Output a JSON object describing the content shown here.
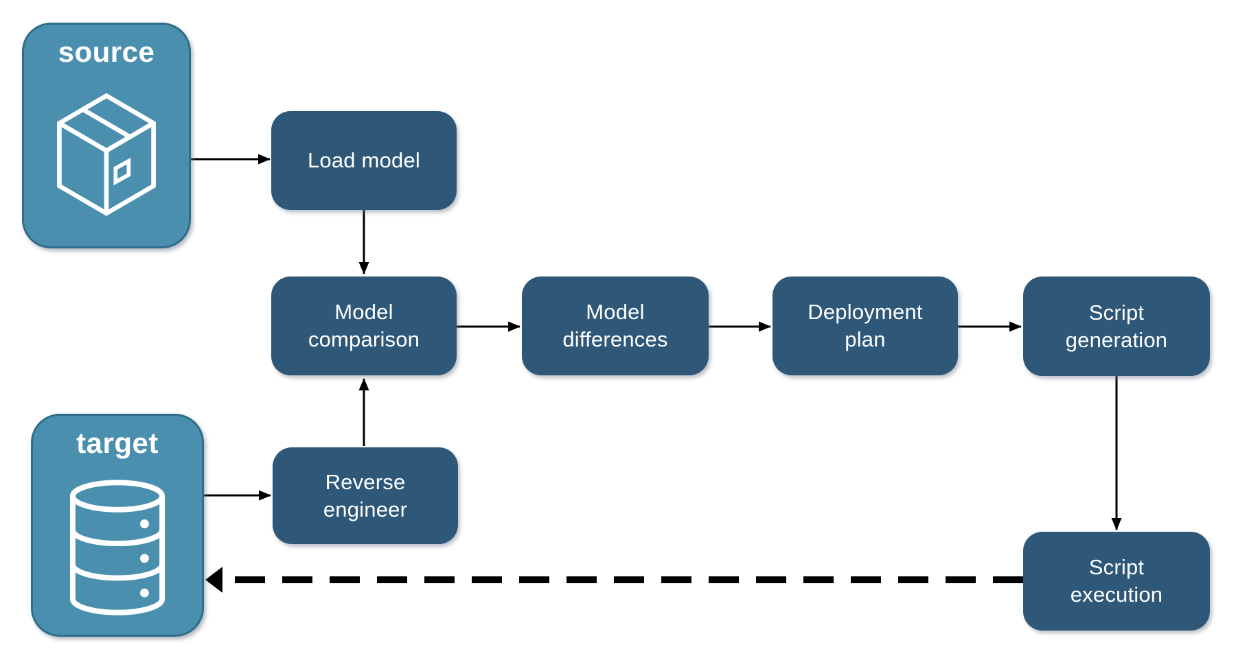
{
  "diagram": {
    "endpoints": {
      "source": {
        "label": "source",
        "icon": "package-icon"
      },
      "target": {
        "label": "target",
        "icon": "database-icon"
      }
    },
    "nodes": {
      "load_model": {
        "label": "Load model"
      },
      "model_comparison": {
        "label": "Model\ncomparison"
      },
      "model_differences": {
        "label": "Model\ndifferences"
      },
      "deployment_plan": {
        "label": "Deployment\nplan"
      },
      "script_generation": {
        "label": "Script\ngeneration"
      },
      "reverse_engineer": {
        "label": "Reverse\nengineer"
      },
      "script_execution": {
        "label": "Script\nexecution"
      }
    },
    "edges": [
      {
        "from": "source",
        "to": "load_model",
        "style": "solid"
      },
      {
        "from": "load_model",
        "to": "model_comparison",
        "style": "solid"
      },
      {
        "from": "target",
        "to": "reverse_engineer",
        "style": "solid"
      },
      {
        "from": "reverse_engineer",
        "to": "model_comparison",
        "style": "solid"
      },
      {
        "from": "model_comparison",
        "to": "model_differences",
        "style": "solid"
      },
      {
        "from": "model_differences",
        "to": "deployment_plan",
        "style": "solid"
      },
      {
        "from": "deployment_plan",
        "to": "script_generation",
        "style": "solid"
      },
      {
        "from": "script_generation",
        "to": "script_execution",
        "style": "solid"
      },
      {
        "from": "script_execution",
        "to": "target",
        "style": "dashed"
      }
    ],
    "colors": {
      "node_fill": "#2E5778",
      "endpoint_fill": "#4A8FAE",
      "endpoint_border": "#2F6D8A",
      "arrow": "#000000",
      "text": "#FFFFFF"
    }
  }
}
